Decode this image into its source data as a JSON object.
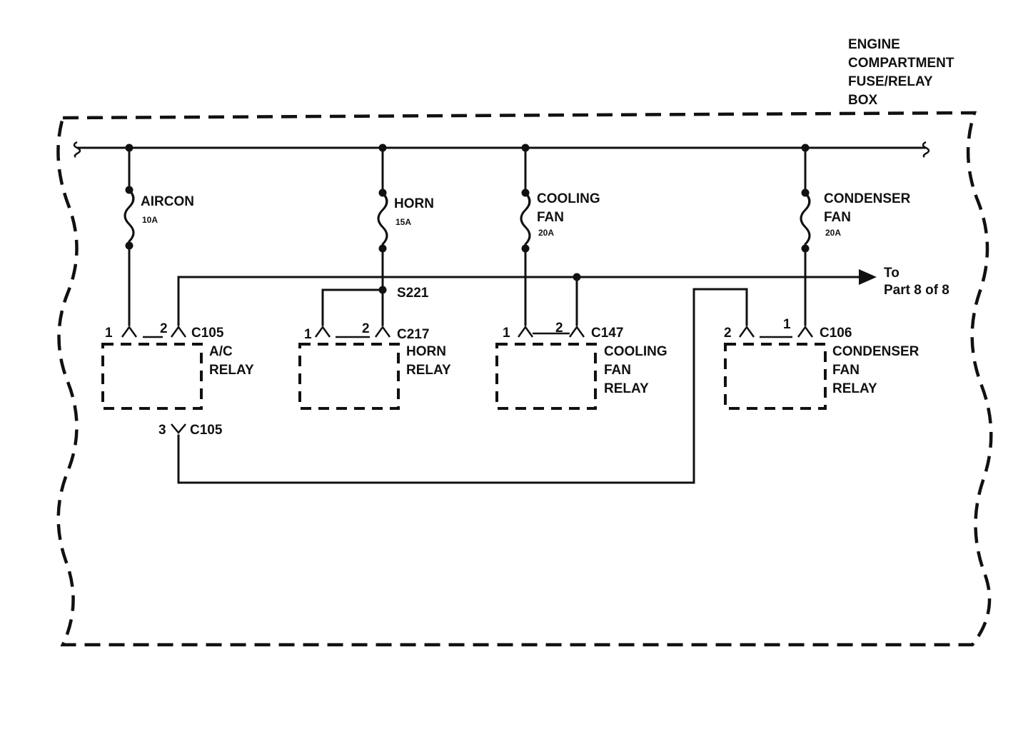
{
  "box_title": [
    "ENGINE",
    "COMPARTMENT",
    "FUSE/RELAY",
    "BOX"
  ],
  "fuses": [
    {
      "name": [
        "AIRCON"
      ],
      "rating": "10A"
    },
    {
      "name": [
        "HORN"
      ],
      "rating": "15A"
    },
    {
      "name": [
        "COOLING",
        "FAN"
      ],
      "rating": "20A"
    },
    {
      "name": [
        "CONDENSER",
        "FAN"
      ],
      "rating": "20A"
    }
  ],
  "relays": [
    {
      "name": [
        "A/C",
        "RELAY"
      ],
      "connector": "C105",
      "pins": [
        "1",
        "2"
      ],
      "bottom_pin": "3",
      "bottom_connector": "C105"
    },
    {
      "name": [
        "HORN",
        "RELAY"
      ],
      "connector": "C217",
      "pins": [
        "1",
        "2"
      ]
    },
    {
      "name": [
        "COOLING",
        "FAN",
        "RELAY"
      ],
      "connector": "C147",
      "pins": [
        "1",
        "2"
      ]
    },
    {
      "name": [
        "CONDENSER",
        "FAN",
        "RELAY"
      ],
      "connector": "C106",
      "pins": [
        "2",
        "1"
      ]
    }
  ],
  "splice": "S221",
  "continuation": [
    "To",
    "Part 8 of 8"
  ]
}
